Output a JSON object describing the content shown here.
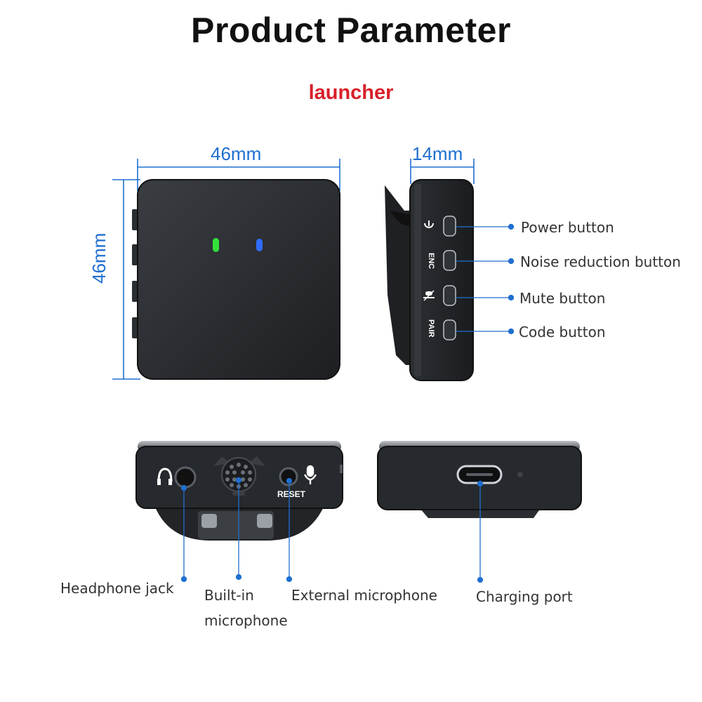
{
  "header": {
    "title": "Product Parameter",
    "subtitle": "launcher"
  },
  "dimensions": {
    "width": "46mm",
    "height": "46mm",
    "depth": "14mm"
  },
  "side_buttons": {
    "enc_text": "ENC",
    "pair_text": "PAIR",
    "power_label": "Power button",
    "noise_label": "Noise reduction button",
    "mute_label": "Mute button",
    "code_label": "Code button"
  },
  "bottom_view": {
    "reset_text": "RESET",
    "headphone_label": "Headphone jack",
    "builtin_mic_label_1": "Built-in",
    "builtin_mic_label_2": "microphone",
    "external_mic_label": "External microphone"
  },
  "charging_view": {
    "charging_label": "Charging port"
  },
  "colors": {
    "accent_blue": "#1f6fd0",
    "title_red": "#d8202a",
    "led_green": "#33e03a",
    "led_blue": "#2f6cff",
    "device_body": "#2a2d31"
  }
}
